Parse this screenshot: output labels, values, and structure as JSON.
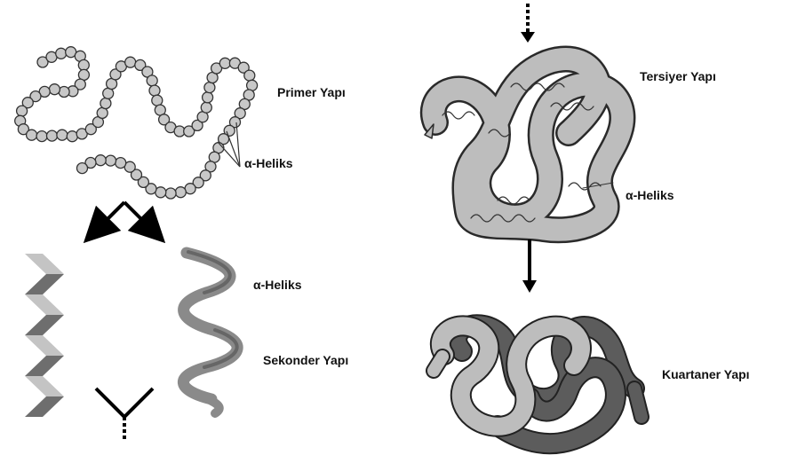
{
  "labels": {
    "primer": "Primer Yapı",
    "alpha_helix_primary": "α-Heliks",
    "alpha_helix_secondary": "α-Heliks",
    "sekonder": "Sekonder Yapı",
    "tersiyer": "Tersiyer Yapı",
    "alpha_helix_tertiary": "α-Heliks",
    "kuartaner": "Kuartaner Yapı"
  },
  "colors": {
    "bead_fill": "#c8c8c8",
    "bead_stroke": "#333333",
    "sheet_dark": "#6e6e6e",
    "sheet_light": "#c4c4c4",
    "helix_ribbon": "#777777",
    "tertiary_fill": "#bdbdbd",
    "quaternary_light": "#bdbdbd",
    "quaternary_dark": "#5c5c5c",
    "arrow": "#000000"
  }
}
